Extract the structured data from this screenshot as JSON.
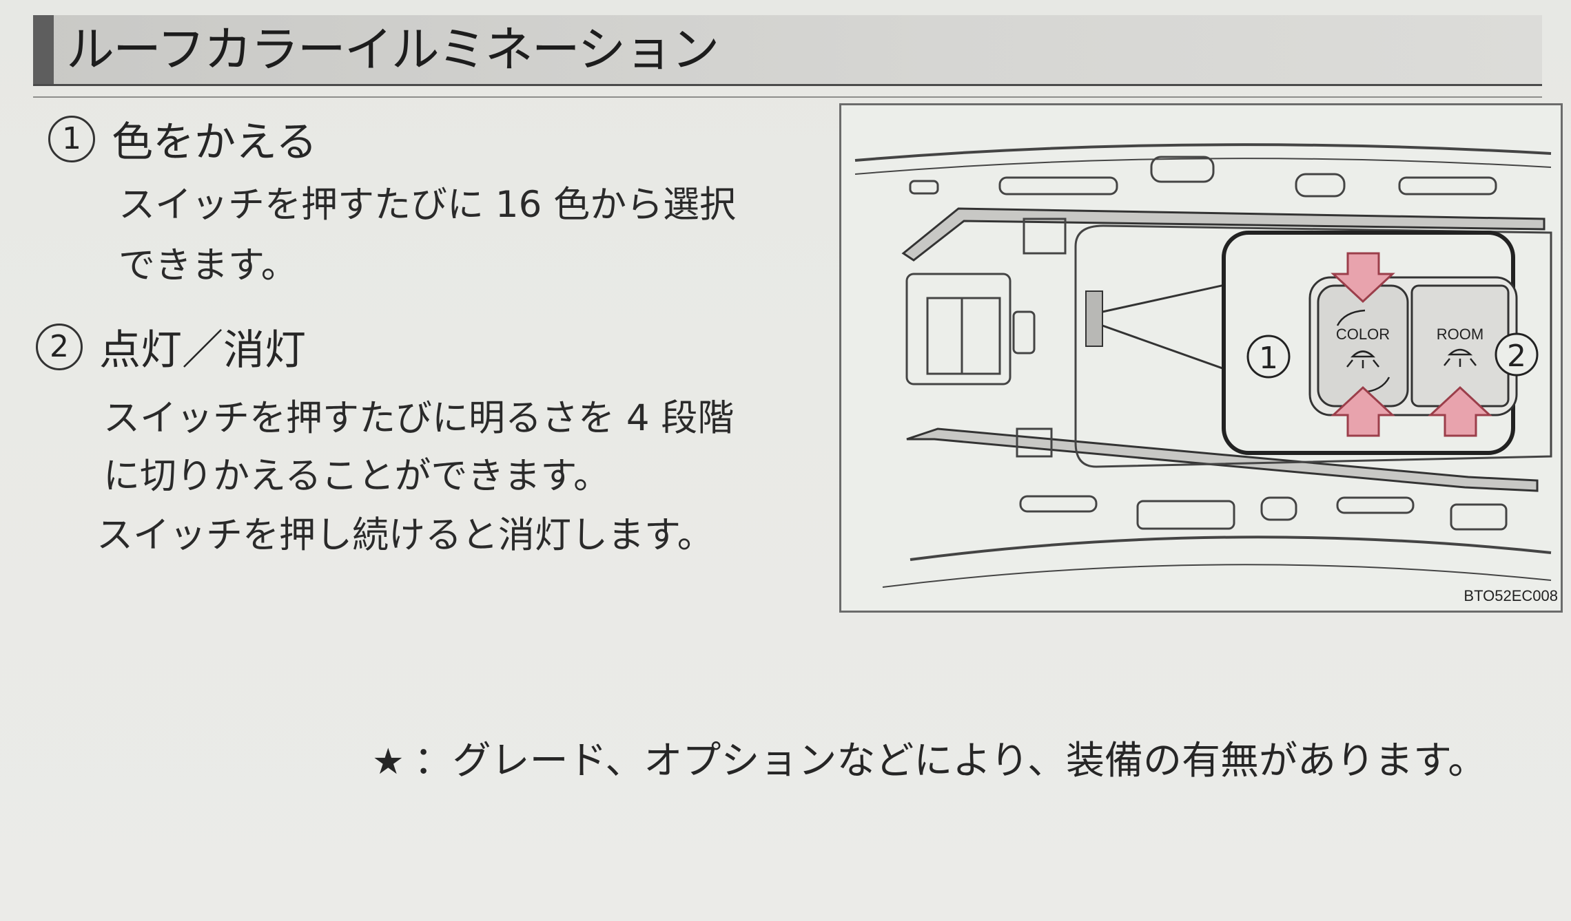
{
  "header": {
    "title": "ルーフカラーイルミネーション"
  },
  "items": [
    {
      "number": "1",
      "title": "色をかえる",
      "lines": [
        "スイッチを押すたびに 16 色から選択",
        "できます。"
      ]
    },
    {
      "number": "2",
      "title": "点灯／消灯",
      "lines": [
        "スイッチを押すたびに明るさを 4 段階",
        "に切りかえることができます。",
        "スイッチを押し続けると消灯します。"
      ]
    }
  ],
  "figure": {
    "callout_1": "1",
    "callout_2": "2",
    "button_color_label": "COLOR",
    "button_room_label": "ROOM",
    "figure_code": "BTO52EC008",
    "arrow_color": "#e8a3ad",
    "arrow_stroke": "#9b3e4a"
  },
  "footnote": {
    "star": "★",
    "text": "：グレード、オプションなどにより、装備の有無があります。"
  }
}
